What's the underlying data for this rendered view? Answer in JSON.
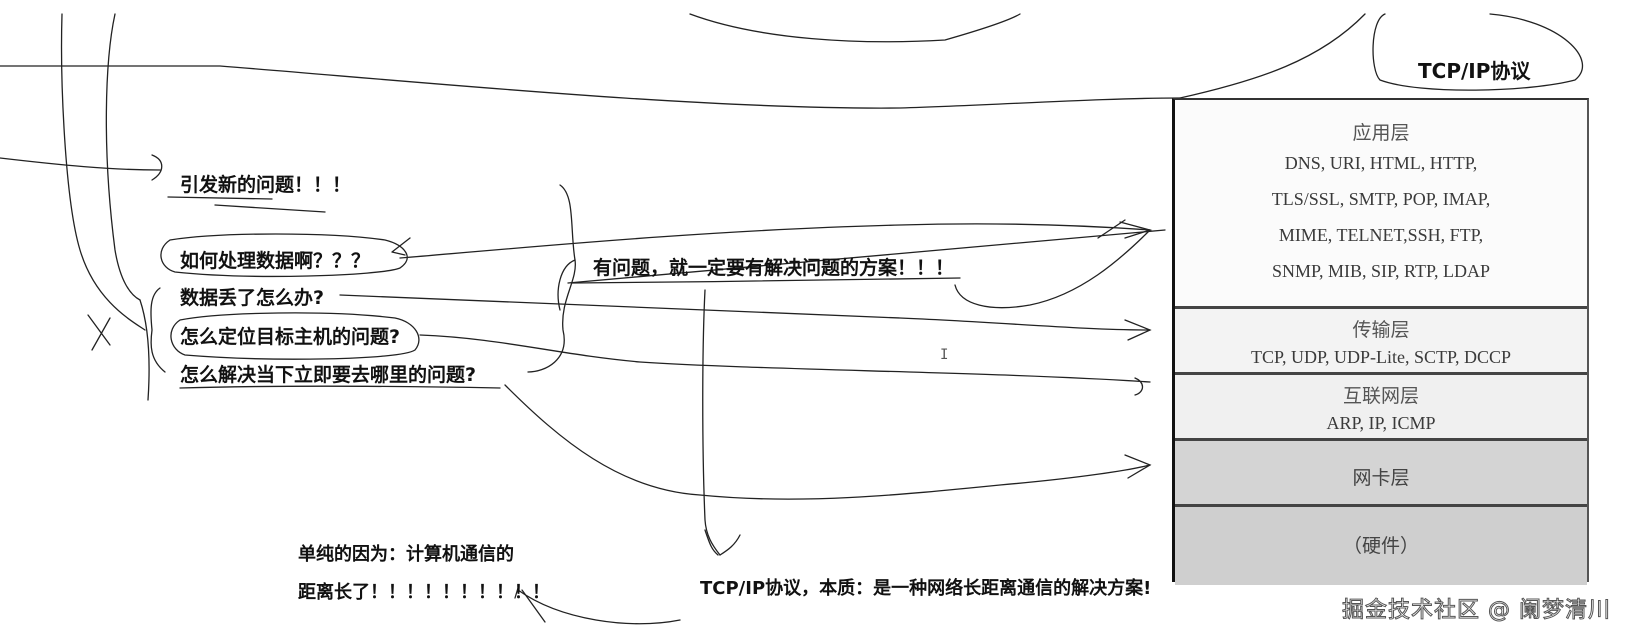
{
  "diagram_title": "TCP/IP协议",
  "notes": {
    "new_problem": "引发新的问题！！！",
    "q1": "如何处理数据啊？？？",
    "q2": "数据丢了怎么办?",
    "q3": "怎么定位目标主机的问题?",
    "q4": "怎么解决当下立即要去哪里的问题?",
    "solution": "有问题，就一定要有解决问题的方案！！！",
    "reason_line1": "单纯的因为：计算机通信的",
    "reason_line2": "距离长了！！！！！！！！！！",
    "essence": "TCP/IP协议，本质：是一种网络长距离通信的解决方案!"
  },
  "layers": [
    {
      "name": "应用层",
      "protocols": [
        "DNS, URI, HTML, HTTP,",
        "TLS/SSL, SMTP, POP, IMAP,",
        "MIME, TELNET,SSH, FTP,",
        "SNMP, MIB, SIP, RTP, LDAP"
      ]
    },
    {
      "name": "传输层",
      "protocols": [
        "TCP, UDP, UDP-Lite, SCTP, DCCP"
      ]
    },
    {
      "name": "互联网层",
      "protocols": [
        "ARP, IP, ICMP"
      ]
    },
    {
      "name": "网卡层",
      "protocols": []
    },
    {
      "name": "（硬件）",
      "protocols": []
    }
  ],
  "watermark": "掘金技术社区 @ 阑梦清川",
  "cursor_glyph": "I"
}
